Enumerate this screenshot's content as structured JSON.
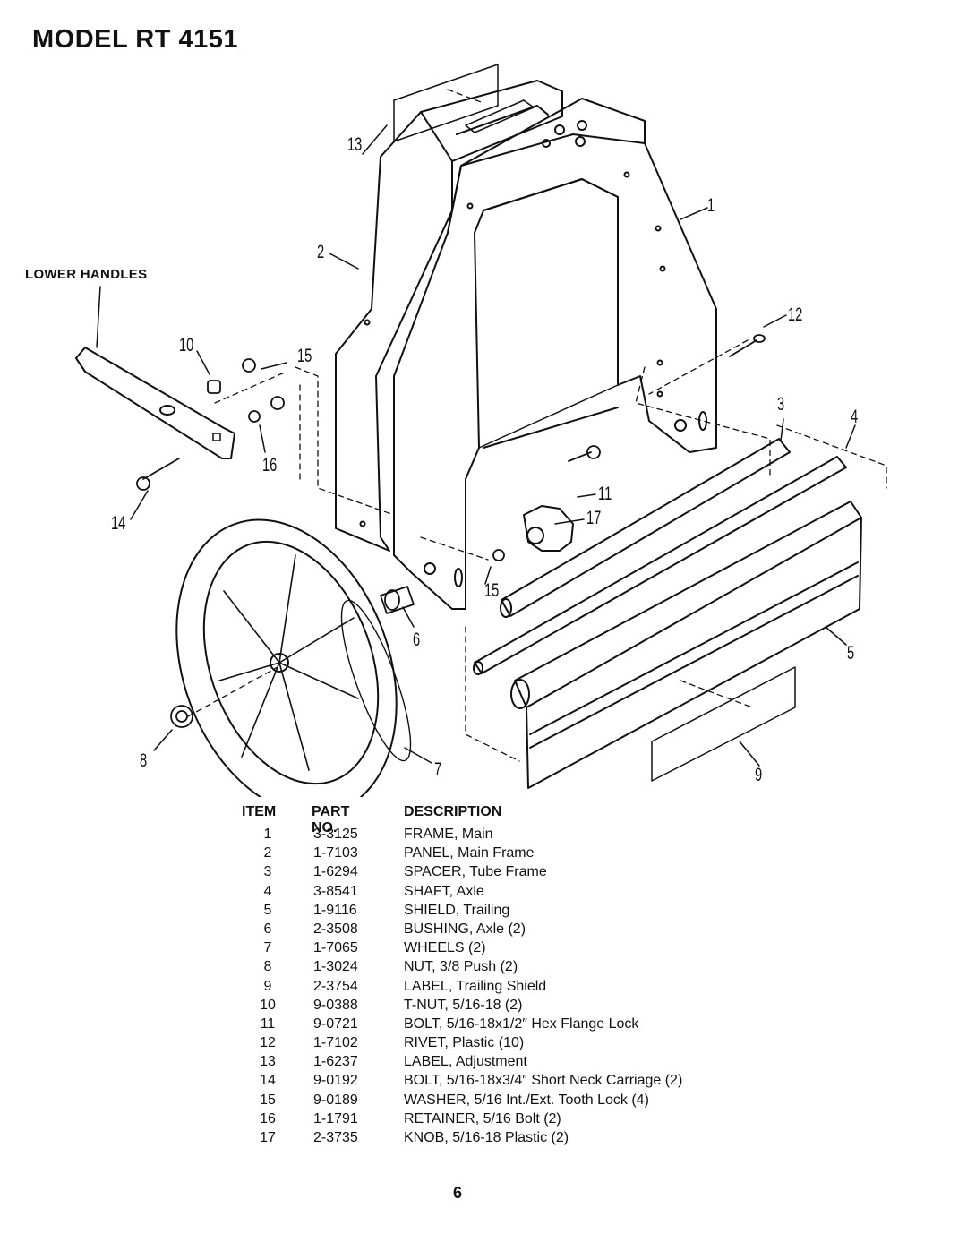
{
  "document": {
    "title": "MODEL RT 4151",
    "page_number": "6"
  },
  "diagram": {
    "lower_handles_label": "LOWER HANDLES",
    "callouts": [
      "1",
      "2",
      "3",
      "4",
      "5",
      "6",
      "7",
      "8",
      "9",
      "10",
      "11",
      "12",
      "13",
      "14",
      "15",
      "15",
      "16",
      "17"
    ]
  },
  "parts_table": {
    "headers": {
      "item": "ITEM",
      "part_no": "PART NO.",
      "description": "DESCRIPTION"
    },
    "rows": [
      {
        "item": "1",
        "part_no": "3-3125",
        "description": "FRAME, Main"
      },
      {
        "item": "2",
        "part_no": "1-7103",
        "description": "PANEL, Main Frame"
      },
      {
        "item": "3",
        "part_no": "1-6294",
        "description": "SPACER, Tube Frame"
      },
      {
        "item": "4",
        "part_no": "3-8541",
        "description": "SHAFT, Axle"
      },
      {
        "item": "5",
        "part_no": "1-9116",
        "description": "SHIELD, Trailing"
      },
      {
        "item": "6",
        "part_no": "2-3508",
        "description": "BUSHING, Axle (2)"
      },
      {
        "item": "7",
        "part_no": "1-7065",
        "description": "WHEELS (2)"
      },
      {
        "item": "8",
        "part_no": "1-3024",
        "description": "NUT, 3/8 Push (2)"
      },
      {
        "item": "9",
        "part_no": "2-3754",
        "description": "LABEL, Trailing Shield"
      },
      {
        "item": "10",
        "part_no": "9-0388",
        "description": "T-NUT, 5/16-18 (2)"
      },
      {
        "item": "11",
        "part_no": "9-0721",
        "description": "BOLT, 5/16-18x1/2″ Hex Flange Lock"
      },
      {
        "item": "12",
        "part_no": "1-7102",
        "description": "RIVET, Plastic (10)"
      },
      {
        "item": "13",
        "part_no": "1-6237",
        "description": "LABEL, Adjustment"
      },
      {
        "item": "14",
        "part_no": "9-0192",
        "description": "BOLT, 5/16-18x3/4″ Short Neck Carriage (2)"
      },
      {
        "item": "15",
        "part_no": "9-0189",
        "description": "WASHER, 5/16 Int./Ext. Tooth Lock (4)"
      },
      {
        "item": "16",
        "part_no": "1-1791",
        "description": "RETAINER, 5/16 Bolt (2)"
      },
      {
        "item": "17",
        "part_no": "2-3735",
        "description": "KNOB, 5/16-18 Plastic (2)"
      }
    ]
  }
}
